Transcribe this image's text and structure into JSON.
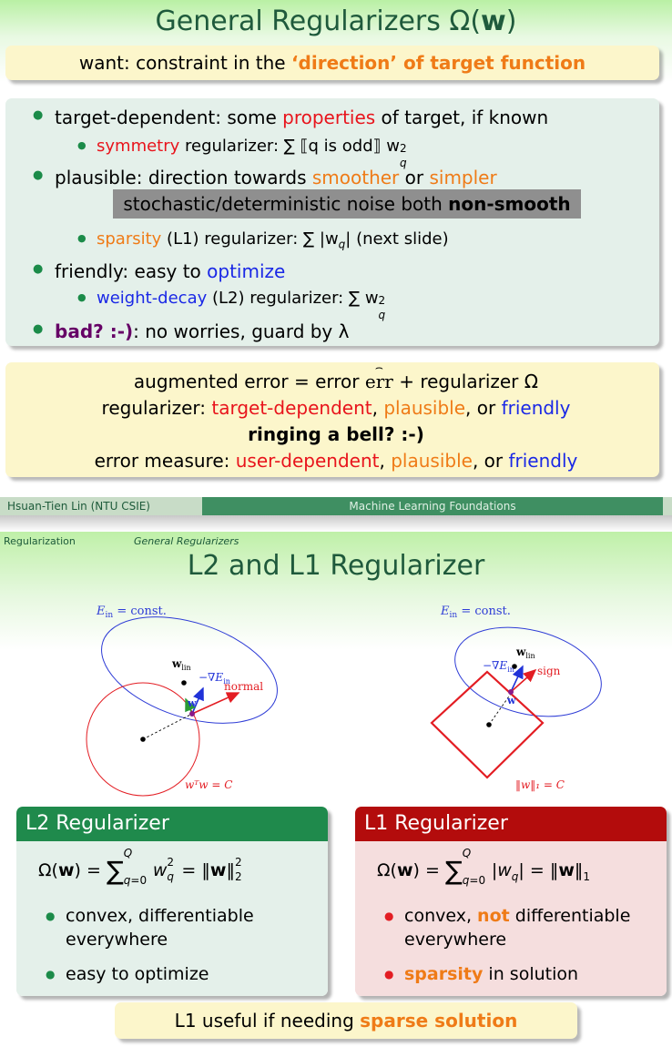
{
  "slide1": {
    "title": "General Regularizers Ω(w)",
    "title_prefix": "General Regularizers Ω(",
    "title_bold": "w",
    "title_suffix": ")",
    "want": {
      "prefix": "want: constraint in the ",
      "highlight": "‘direction’ of target function"
    },
    "bullets": {
      "b1": {
        "prefix": "target-dependent: some ",
        "highlight": "properties",
        "suffix": " of target, if known"
      },
      "b1_sub": {
        "highlight": "symmetry",
        "text": " regularizer: ∑ ⟦q is odd⟧ w",
        "sup": "2",
        "sub": "q"
      },
      "b2": {
        "prefix": "plausible: direction towards ",
        "h1": "smoother",
        "mid": " or ",
        "h2": "simpler"
      },
      "b2_strip": {
        "text": "stochastic/deterministic noise both ",
        "bold": "non-smooth"
      },
      "b2_sub": {
        "highlight": "sparsity",
        "text": " (L1) regularizer: ∑ |w",
        "sub": "q",
        "suffix": "| (next slide)"
      },
      "b3": {
        "prefix": "friendly: easy to ",
        "highlight": "optimize"
      },
      "b3_sub": {
        "highlight": "weight-decay",
        "text": " (L2) regularizer: ∑ w",
        "sup": "2",
        "sub": "q"
      },
      "b4": {
        "highlight": "bad? :-)",
        "suffix": ": no worries, guard by λ"
      }
    },
    "augmented": {
      "line1": "augmented error = error err + regularizer Ω",
      "line1_prefix": "augmented error = error ",
      "line1_err": "err",
      "line1_suffix": " + regularizer Ω",
      "line2_prefix": "regularizer: ",
      "line2_h1": "target-dependent",
      "line2_sep1": ", ",
      "line2_h2": "plausible",
      "line2_sep2": ", or ",
      "line2_h3": "friendly",
      "line3": "ringing a bell? :-)",
      "line4_prefix": "error measure: ",
      "line4_h1": "user-dependent",
      "line4_sep1": ", ",
      "line4_h2": "plausible",
      "line4_sep2": ", or ",
      "line4_h3": "friendly"
    }
  },
  "footer": {
    "author": "Hsuan-Tien Lin  (NTU CSIE)",
    "course": "Machine Learning Foundations"
  },
  "slide2": {
    "breadcrumb_section": "Regularization",
    "breadcrumb_subsection": "General Regularizers",
    "title": "L2 and L1 Regularizer",
    "figure": {
      "left": {
        "ein_label": "E",
        "ein_sub": "in",
        "ein_eq": " = const.",
        "wlin": "w",
        "wlin_sub": "lin",
        "grad": "−∇E",
        "grad_sub": "in",
        "normal": "normal",
        "w": "w",
        "constraint": "wᵀw = C"
      },
      "right": {
        "ein_label": "E",
        "ein_sub": "in",
        "ein_eq": " = const.",
        "wlin": "w",
        "wlin_sub": "lin",
        "grad": "−∇E",
        "grad_sub": "in",
        "sign": "sign",
        "w": "w",
        "constraint": "‖w‖₁ = C"
      }
    },
    "l2": {
      "header": "L2 Regularizer",
      "formula": "Ω(w) = ∑ q=0..Q w_q² = ‖w‖₂²",
      "bullet1": "convex, differentiable",
      "bullet1b": "everywhere",
      "bullet2": "easy to optimize"
    },
    "l1": {
      "header": "L1 Regularizer",
      "formula": "Ω(w) = ∑ q=0..Q |w_q| = ‖w‖₁",
      "bullet1_prefix": "convex, ",
      "bullet1_highlight": "not",
      "bullet1_suffix": " differentiable",
      "bullet1b": "everywhere",
      "bullet2_highlight": "sparsity",
      "bullet2_suffix": " in solution"
    },
    "bottom": {
      "prefix": "L1 useful if needing ",
      "highlight": "sparse solution"
    }
  },
  "colors": {
    "title": "#1f5a3c",
    "red": "#e8141c",
    "orange": "#ef7b17",
    "blue": "#1a28e6",
    "green_header": "#1f8a4c",
    "red_header": "#b30c0c",
    "green_body": "#e4f0ea",
    "red_body": "#f5dede",
    "yellow": "#fcf6cb"
  }
}
